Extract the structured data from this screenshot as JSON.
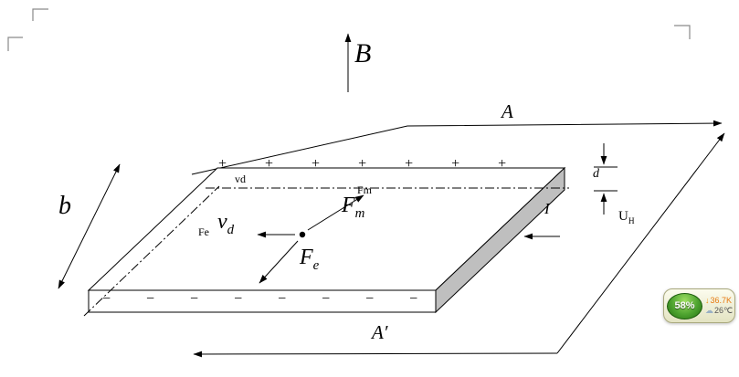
{
  "figure": {
    "labels": {
      "B": "B",
      "A": "A",
      "A_prime": "A′",
      "b": "b",
      "d": "d",
      "I": "I",
      "U_main": "U",
      "U_sub": "H",
      "F_main": "F",
      "Fm_sub": "m",
      "Fe_sub": "e",
      "v_main": "v",
      "v_sub": "d",
      "vd_small": "vd",
      "Fe_small": "Fe",
      "Fm_small": "Fm"
    },
    "charges": {
      "plus_row": "+ + + + + + +",
      "minus_row": "− − − − − − − −"
    },
    "colors": {
      "line": "#000000",
      "slab_side_gray": "#bfbfbf"
    }
  },
  "widget": {
    "percent": "58%",
    "net_speed": "36.7K",
    "temperature": "26℃",
    "icons": {
      "down_arrow": "↓",
      "cloud": "☁"
    },
    "colors": {
      "orb_green": "#4da32f",
      "speed_orange": "#e87a10",
      "temp_gray": "#555555"
    }
  }
}
